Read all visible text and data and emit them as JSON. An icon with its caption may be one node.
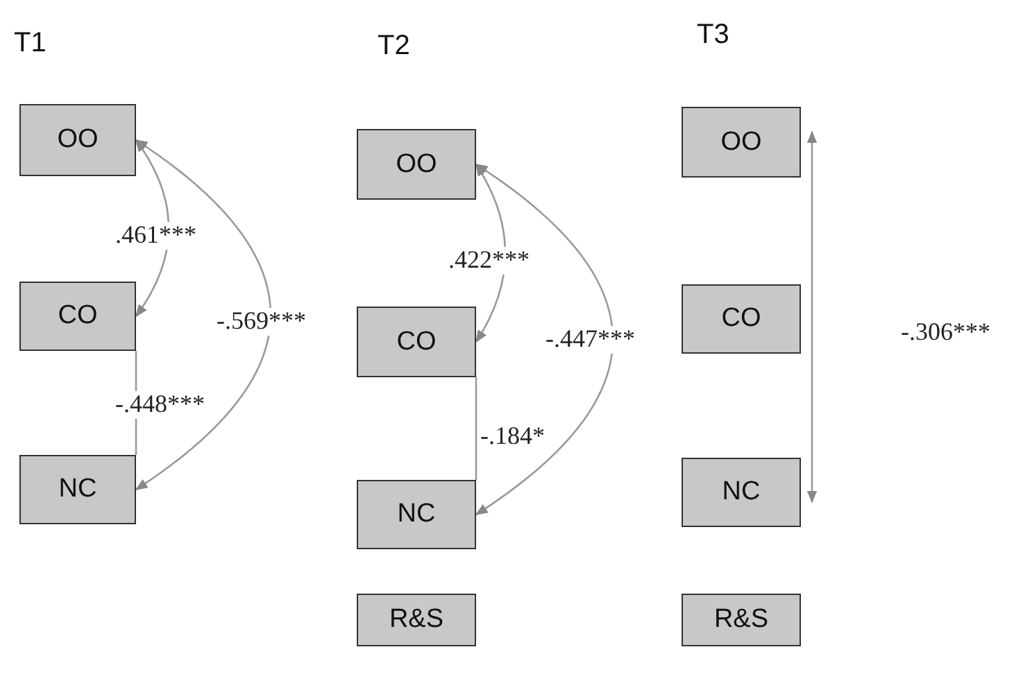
{
  "diagram": {
    "nodes": [
      {
        "text": [
          "OO"
        ]
      },
      {
        "text": [
          "CO"
        ]
      },
      {
        "text": [
          "NC"
        ]
      },
      {
        "text": [
          "OO"
        ]
      },
      {
        "text": [
          "CO"
        ]
      },
      {
        "text": [
          "NC"
        ]
      },
      {
        "text": [
          "R&S"
        ]
      },
      {
        "text": [
          "OO"
        ]
      },
      {
        "text": [
          "CO"
        ]
      },
      {
        "text": [
          "NC"
        ]
      },
      {
        "text": [
          "R&S"
        ]
      }
    ],
    "edges": [
      {
        "from": 0,
        "to": 1,
        "arrow": "both",
        "label": ".461***"
      },
      {
        "from": 0,
        "to": 2,
        "arrow": "both",
        "label": "-.569***"
      },
      {
        "from": 1,
        "to": 2,
        "arrow": "none",
        "label": "-.448***"
      },
      {
        "from": 3,
        "to": 4,
        "arrow": "both",
        "label": ".422***"
      },
      {
        "from": 3,
        "to": 5,
        "arrow": "both",
        "label": "-.447***"
      },
      {
        "from": 4,
        "to": 5,
        "arrow": "none",
        "label": "-.184*"
      },
      {
        "from": 7,
        "to": 9,
        "arrow": "both",
        "label": "-.306***"
      }
    ],
    "labels": [
      "T1",
      "T2",
      "T3"
    ]
  }
}
